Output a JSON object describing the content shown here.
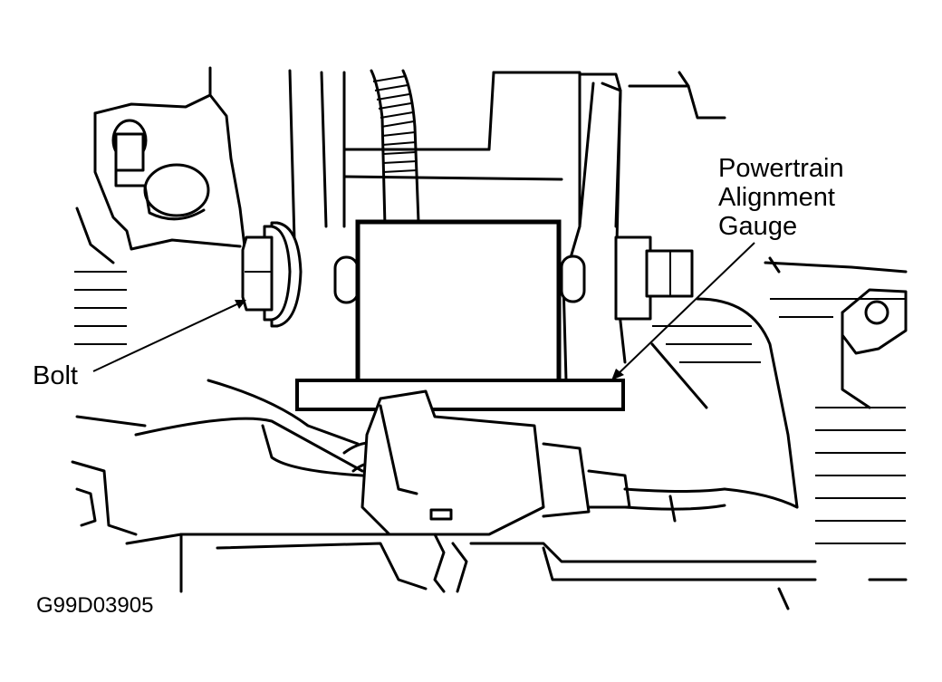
{
  "callouts": {
    "gauge": [
      "Powertrain",
      "Alignment",
      "Gauge"
    ],
    "bolt": "Bolt"
  },
  "figure_code": "G99D03905",
  "colors": {
    "ink": "#000000",
    "paper": "#ffffff"
  }
}
